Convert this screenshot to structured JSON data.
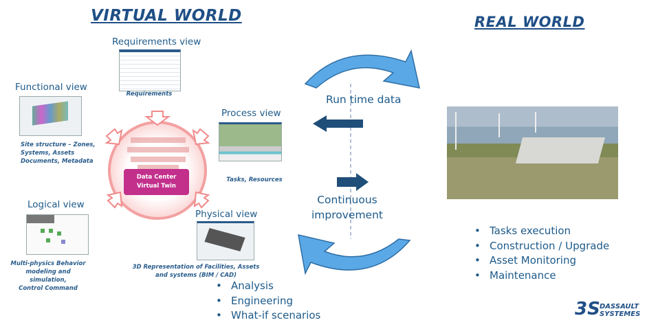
{
  "virtual_world": {
    "title": "VIRTUAL WORLD",
    "requirements": {
      "label": "Requirements view",
      "caption": "Requirements"
    },
    "functional": {
      "label": "Functional view",
      "caption": [
        "Site structure – Zones,",
        "Systems, Assets",
        "Documents, Metadata"
      ]
    },
    "process": {
      "label": "Process view",
      "caption": "Tasks, Resources"
    },
    "twin": {
      "line1": "Data Center",
      "line2": "Virtual Twin"
    },
    "logical": {
      "label": "Logical view",
      "caption": [
        "Multi-physics Behavior",
        "modeling and simulation,",
        "Control Command"
      ]
    },
    "physical": {
      "label": "Physical view",
      "caption": [
        "3D Representation of Facilities, Assets",
        "and systems (BIM / CAD)"
      ]
    },
    "bullets": [
      "Analysis",
      "Engineering",
      "What-if scenarios"
    ]
  },
  "center": {
    "runtime": "Run time data",
    "continuous": [
      "Continuous",
      "improvement"
    ]
  },
  "real_world": {
    "title": "REAL WORLD",
    "bullets": [
      "Tasks execution",
      "Construction / Upgrade",
      "Asset Monitoring",
      "Maintenance"
    ]
  },
  "logo": {
    "line1": "DASSAULT",
    "line2": "SYSTEMES"
  },
  "colors": {
    "heading": "#1f4f86",
    "text": "#1d5a8a",
    "arc": "#5aa9e6",
    "arrow": "#1f4e79",
    "twin": "#c2308c"
  }
}
